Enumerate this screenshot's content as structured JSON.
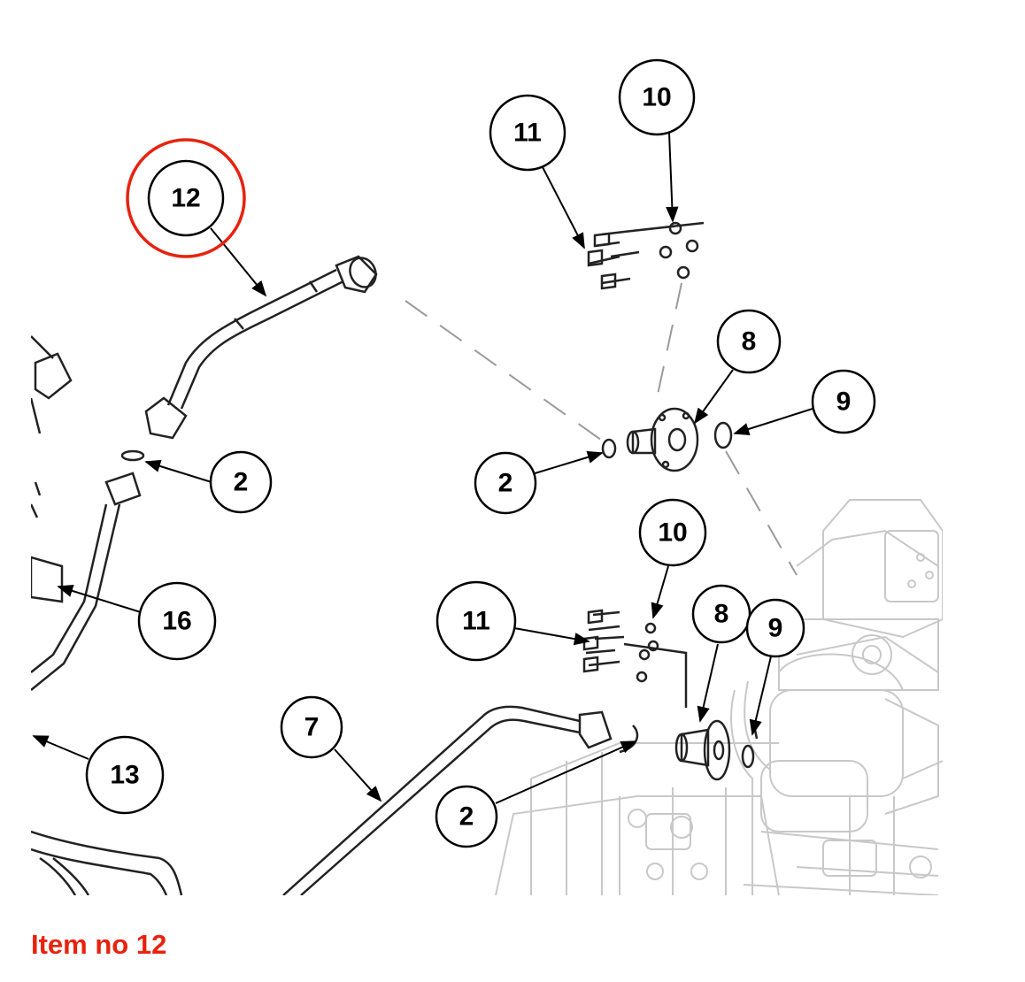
{
  "caption": "Item no 12",
  "highlight_color": "#e8220e",
  "callouts": [
    {
      "id": "c12",
      "label": "12",
      "highlighted": true
    },
    {
      "id": "c11a",
      "label": "11"
    },
    {
      "id": "c10a",
      "label": "10"
    },
    {
      "id": "c8a",
      "label": "8"
    },
    {
      "id": "c9a",
      "label": "9"
    },
    {
      "id": "c2a",
      "label": "2"
    },
    {
      "id": "c2b",
      "label": "2"
    },
    {
      "id": "c16",
      "label": "16"
    },
    {
      "id": "c10b",
      "label": "10"
    },
    {
      "id": "c11b",
      "label": "11"
    },
    {
      "id": "c8b",
      "label": "8"
    },
    {
      "id": "c9b",
      "label": "9"
    },
    {
      "id": "c7",
      "label": "7"
    },
    {
      "id": "c13",
      "label": "13"
    },
    {
      "id": "c2c",
      "label": "2"
    }
  ]
}
